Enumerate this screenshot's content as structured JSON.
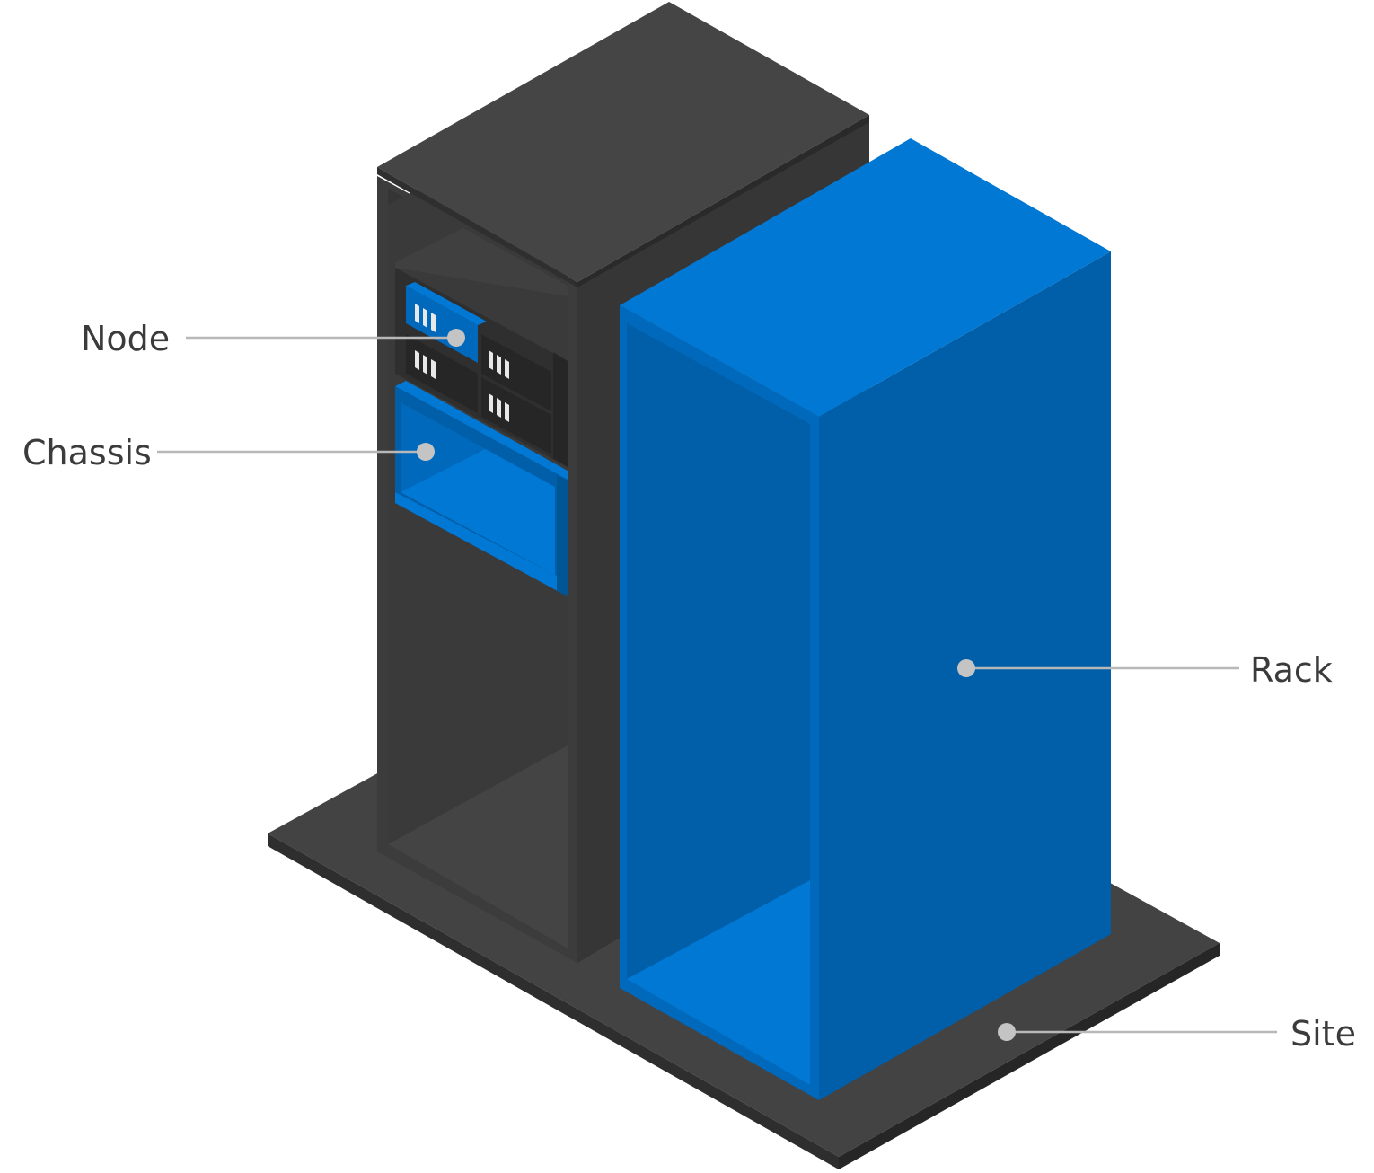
{
  "labels": {
    "node": "Node",
    "chassis": "Chassis",
    "rack": "Rack",
    "site": "Site"
  },
  "colors": {
    "background": "#ffffff",
    "dark_top": "#434343",
    "dark_side": "#3a3a3a",
    "dark_edge": "#2e2e2e",
    "blue_light": "#0078d4",
    "blue_dark": "#005fa8",
    "blue_mid": "#0069bb",
    "leader_line": "#b8b8b8",
    "dot": "#c4c4c4",
    "text": "#3b3b3b"
  }
}
